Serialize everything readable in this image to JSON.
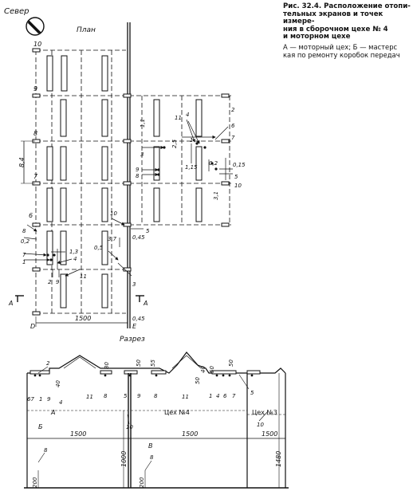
{
  "caption": {
    "title": "Рис. 32.4. Расположение отопи-\nтельных экранов и точек измере-\nния в сборочном цехе № 4\nи моторном цехе",
    "legend": "А — моторный цех; Б — мастерс\nкая по ремонту коробок передач"
  },
  "plan": {
    "north": "Север",
    "title": "План",
    "axis_numbers": [
      "10",
      "9",
      "8",
      "7",
      "6"
    ],
    "axis_letters": {
      "left": "D",
      "right": "E"
    },
    "section_marks": {
      "left": "A",
      "right": "A"
    },
    "dims": {
      "width_1500": "1500",
      "d_8_4": "8,4",
      "d_0_45_bottom": "0,45",
      "d_2_5": "2,5",
      "d_1_15": "1,15",
      "d_0_2_top": "0,2",
      "d_0_15": "0,15",
      "d_3_1": "3,1",
      "d_1_1": "1,1",
      "d_0_45_mid": "0,45",
      "d_3_7": "3,7",
      "d_0_5": "0,5",
      "d_0_2_left": "0,2",
      "d_1_3": "1,3"
    },
    "callouts": {
      "c11_top": "11",
      "c4_top": "4",
      "c2": "2",
      "c6": "6",
      "c7": "7",
      "c1_top": "1",
      "c3_top": "3",
      "c9": "9",
      "c8": "8",
      "c5": "5",
      "c10": "10",
      "c10_mid": "10",
      "c5_mid": "5",
      "c6_left": "6",
      "c8_left": "8",
      "c7_left": "7",
      "c1_left": "1",
      "c4_left": "4",
      "c2_left": "2",
      "c9_left": "9",
      "c11_left": "11",
      "c3_bottom": "3"
    }
  },
  "section": {
    "title": "Разрез",
    "shop_4": "Цех №4",
    "shop_3": "Цех №3",
    "label_A": "А",
    "label_B": "Б",
    "label_V": "В",
    "dims": {
      "w1": "1500",
      "w2": "1500",
      "w3": "1500",
      "h1000": "1000",
      "h1480": "1480",
      "h200a": "200",
      "h200b": "200",
      "d40a": "40",
      "d80": "80",
      "d50a": "50",
      "d55": "55",
      "d50b": "50",
      "d40b": "40",
      "d50c": "50",
      "d50d": "50"
    },
    "markers": {
      "m2": "2",
      "m6": "6",
      "m7": "7",
      "m1": "1",
      "m9": "9",
      "m4": "4",
      "m11a": "11",
      "m8a": "8",
      "m5a": "5",
      "m9b": "9",
      "m8b": "8",
      "m11b": "11",
      "m1b": "1",
      "m4b": "4",
      "m6b": "6",
      "m7b": "7",
      "m5b": "5",
      "m10a": "10",
      "m10b": "10",
      "m8c": "8",
      "m8d": "8"
    }
  }
}
